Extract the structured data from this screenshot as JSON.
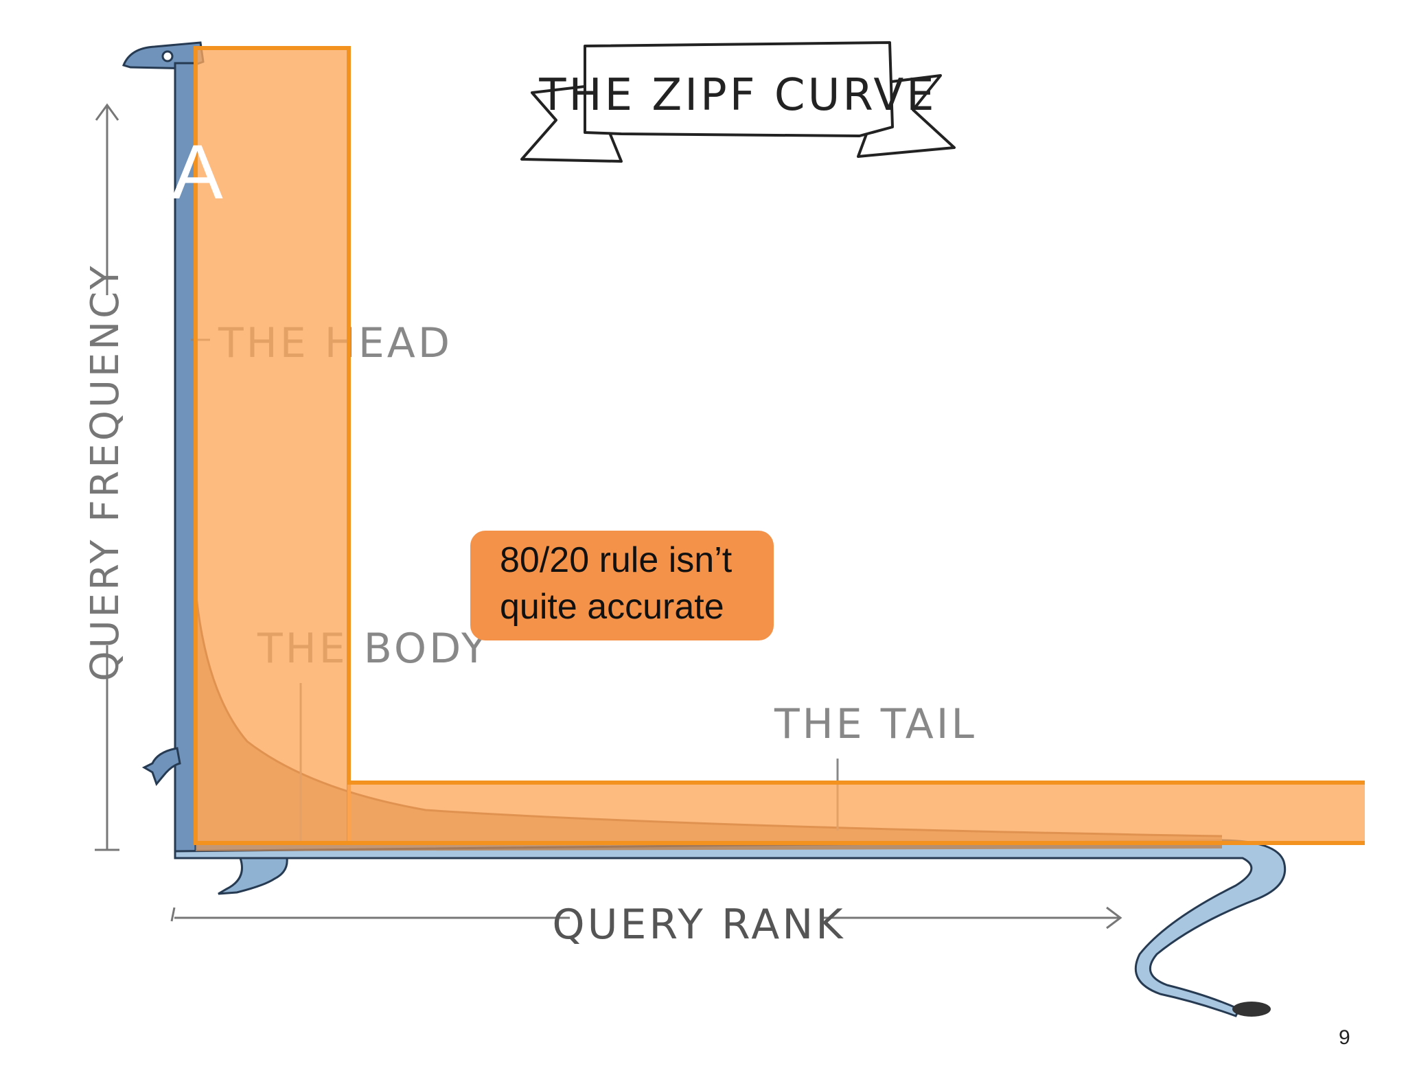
{
  "banner_title": "THE ZIPF CURVE",
  "axis": {
    "y_label": "QUERY FREQUENCY",
    "x_label": "QUERY RANK"
  },
  "regions": {
    "head": "THE HEAD",
    "body": "THE BODY",
    "tail": "THE TAIL"
  },
  "overlay": {
    "letter": "A",
    "callout_line1": "80/20 rule isn’t",
    "callout_line2": "quite accurate"
  },
  "page_number": "9",
  "colors": {
    "creature": "#6f93bb",
    "creature_outline": "#263a52",
    "highlight_fill": "#fca85c",
    "highlight_border": "#f4921f",
    "callout": "#f4924a",
    "curve_fill": "#b8855a"
  }
}
